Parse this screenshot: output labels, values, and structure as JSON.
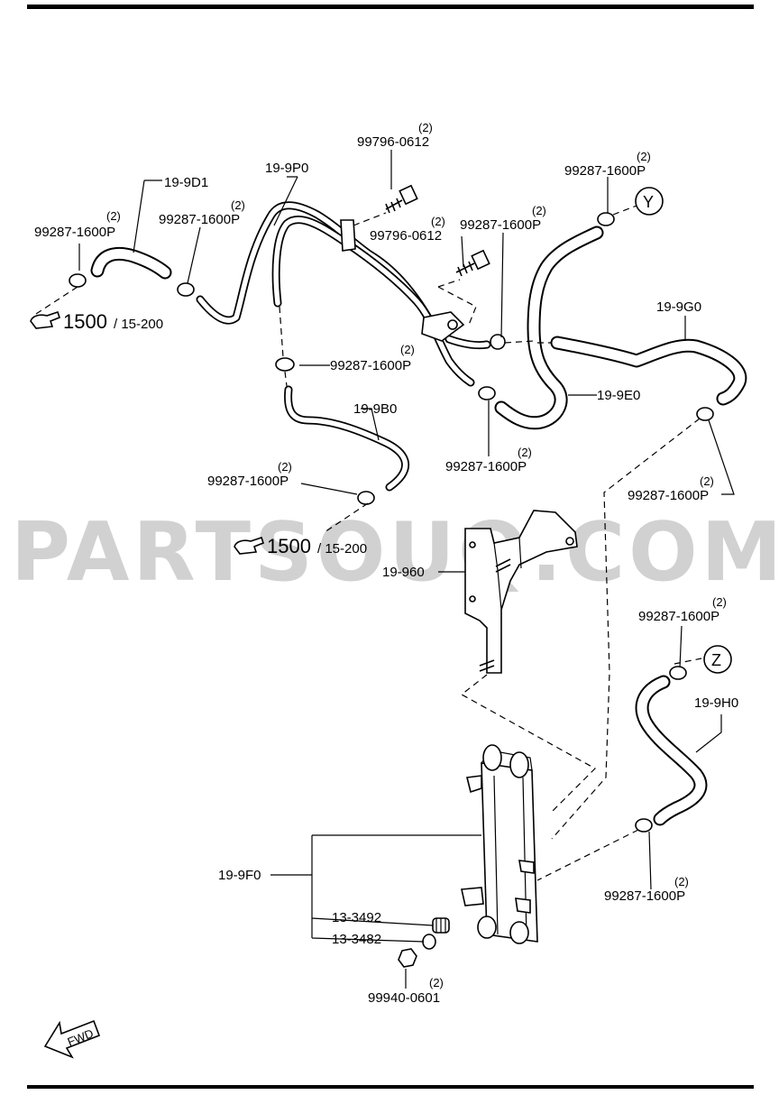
{
  "watermark": "PARTSOUQ.COM",
  "labels": {
    "p_19_9d1": "19-9D1",
    "p_19_9p0": "19-9P0",
    "p_19_9g0": "19-9G0",
    "p_19_9b0": "19-9B0",
    "p_19_9e0": "19-9E0",
    "p_19_960": "19-960",
    "p_19_9h0": "19-9H0",
    "p_19_9f0": "19-9F0",
    "p_13_3492": "13-3492",
    "p_13_3482": "13-3482",
    "bolt_a": "99796-0612",
    "bolt_b": "99796-0612",
    "nut": "99940-0601",
    "clamp": "99287-1600P",
    "qty": "(2)",
    "ref_main": "1500",
    "ref_sub": "/ 15-200",
    "marker_y": "Y",
    "marker_z": "Z",
    "fwd": "FWD"
  },
  "icons": [
    "pointing-hand-icon",
    "fwd-arrow-icon"
  ]
}
